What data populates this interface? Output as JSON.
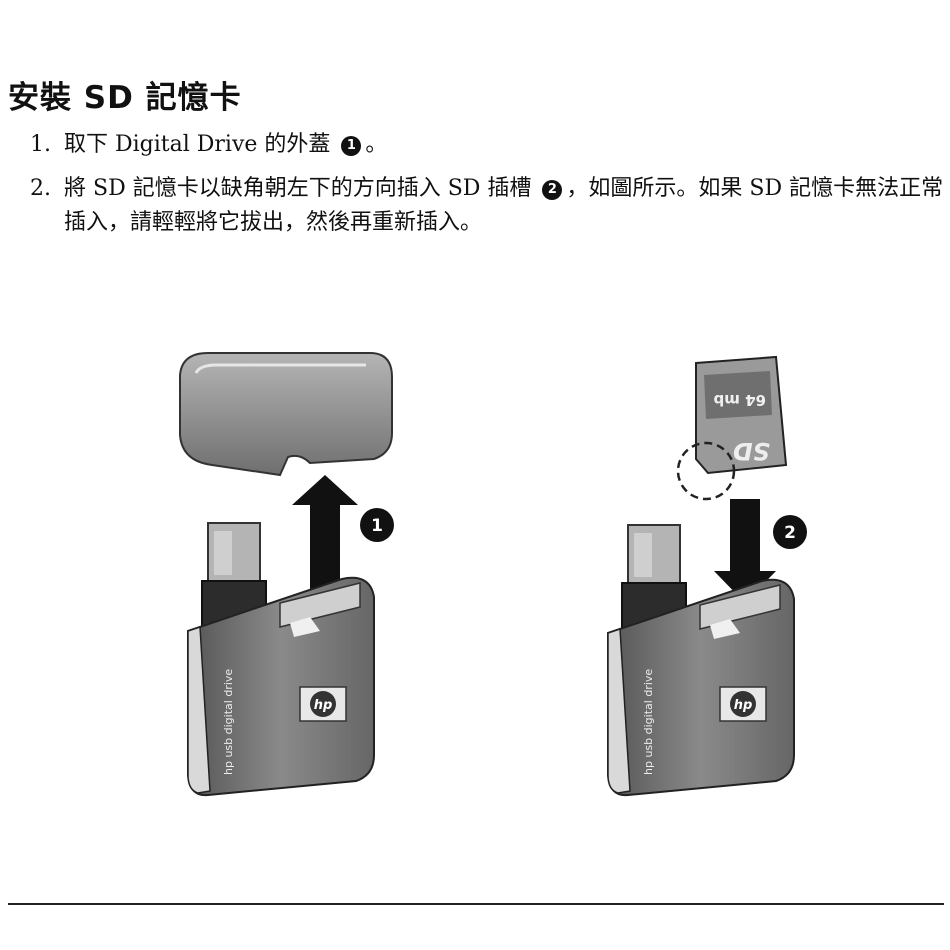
{
  "heading": "安裝 SD 記憶卡",
  "steps": [
    {
      "number": "1.",
      "before": "取下 Digital Drive 的外蓋",
      "callout": "1",
      "after": "。"
    },
    {
      "number": "2.",
      "before": "將 SD 記憶卡以缺角朝左下的方向插入 SD 插槽",
      "callout": "2",
      "after": "，如圖所示。如果 SD 記憶卡無法正常插入，請輕輕將它拔出，然後再重新插入。"
    }
  ],
  "figures": {
    "left": {
      "callout": "1",
      "drive_text": "hp usb digital drive",
      "logo": "hp"
    },
    "right": {
      "callout": "2",
      "drive_text": "hp usb digital drive",
      "logo": "hp",
      "card_text": "64 mb",
      "card_logo": "SD"
    }
  }
}
